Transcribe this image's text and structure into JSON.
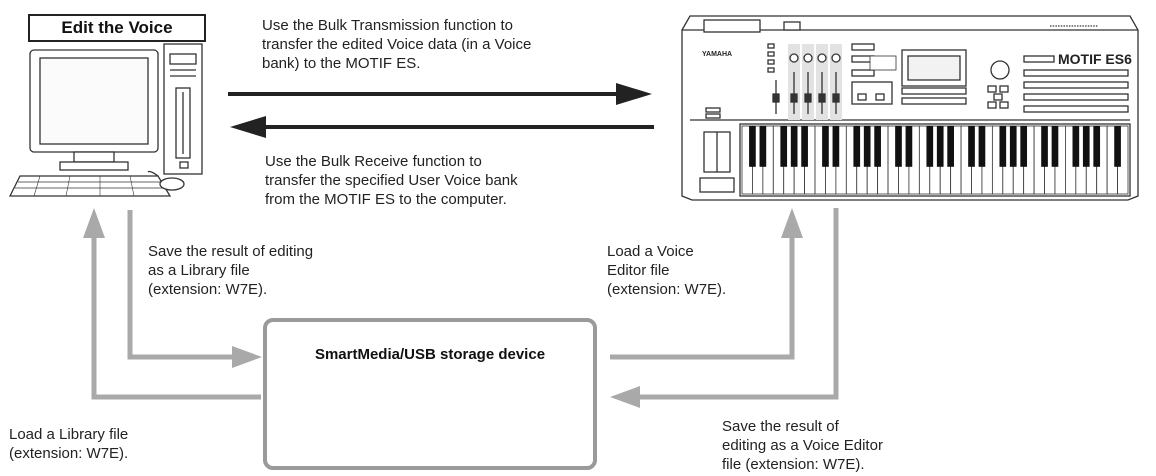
{
  "title": "Edit the Voice",
  "top_arrow_text": "Use the Bulk Transmission function to\ntransfer the edited Voice data (in a Voice\nbank) to the MOTIF ES.",
  "bottom_arrow_text": "Use the Bulk Receive function to\ntransfer the specified User Voice bank\nfrom the MOTIF ES to the computer.",
  "save_library_text": "Save the result of editing\nas a Library file\n(extension: W7E).",
  "load_library_text": "Load a Library file\n(extension: W7E).",
  "load_editor_text": "Load a Voice\nEditor file\n(extension: W7E).",
  "save_editor_text": "Save the result of\nediting as a Voice Editor\nfile (extension: W7E).",
  "storage_title": "SmartMedia/USB storage device",
  "synth": {
    "brand": "YAMAHA",
    "model": "MOTIF ES6"
  },
  "colors": {
    "arrow_dark": "#222222",
    "arrow_gray": "#a9a9a9",
    "outline": "#333333"
  }
}
